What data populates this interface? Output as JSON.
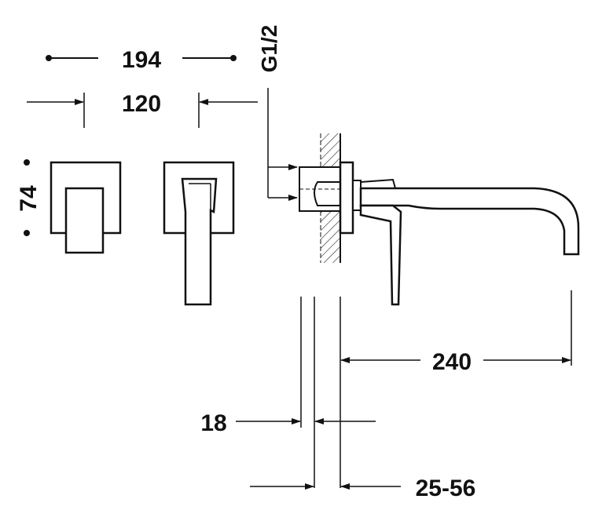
{
  "dimensions": {
    "overall_width": "194",
    "handle_spacing": "120",
    "plate_height": "74",
    "thread": "G1/2",
    "spout_length": "240",
    "min_offset": "18",
    "wall_range": "25-56"
  },
  "colors": {
    "ink": "#111111",
    "background": "#ffffff"
  }
}
